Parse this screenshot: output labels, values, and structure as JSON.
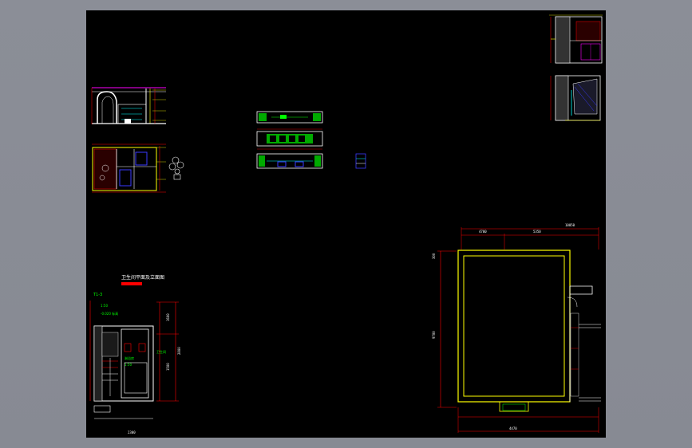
{
  "drawing": {
    "colors": {
      "background": "#000000",
      "frame": "#8a8d96",
      "wall": "#ffff00",
      "dimension": "#ff0000",
      "annotation": "#00ff00",
      "line": "#ffffff",
      "hatch": "#3a3aff",
      "cyan": "#00ffff",
      "magenta": "#ff00ff"
    },
    "floor_plan": {
      "dim_top_overall": "10050",
      "dim_top_left": "4700",
      "dim_top_right": "5350",
      "dim_left_top": "300",
      "dim_left_main": "9700",
      "dim_bottom": "4470"
    },
    "bath_detail": {
      "title": "卫生间平面及立面图",
      "label_a": "T1-3",
      "label_b": "1:50",
      "label_c": "-0.020 标高",
      "label_d": "淋浴房",
      "label_e": "1:50",
      "label_f": "卫生间",
      "dim_right_1": "1600",
      "dim_right_2": "2800",
      "dim_right_3": "1500",
      "dim_bottom": "2300"
    },
    "elevation": {
      "label": "立面图"
    }
  }
}
